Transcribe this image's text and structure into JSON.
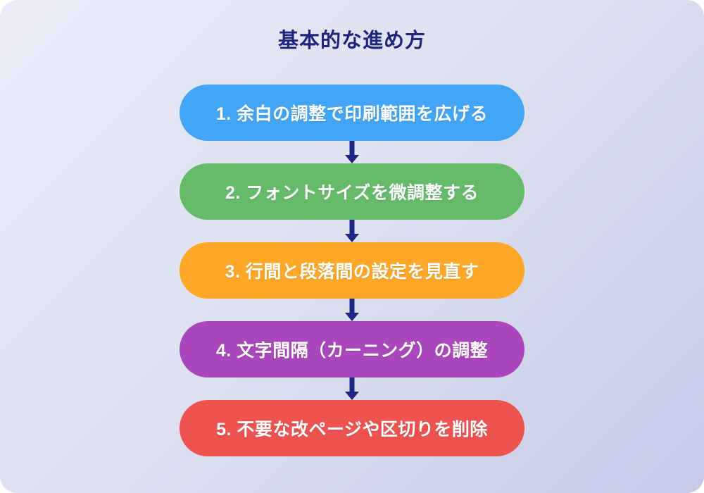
{
  "title": "基本的な進め方",
  "colors": {
    "title": "#1E257E",
    "arrow": "#1E257E",
    "background_start": "#EAEBF7",
    "background_end": "#C5CAE8"
  },
  "steps": [
    {
      "label": "1. 余白の調整で印刷範囲を広げる",
      "color": "#42A5F5"
    },
    {
      "label": "2. フォントサイズを微調整する",
      "color": "#66BB6A"
    },
    {
      "label": "3. 行間と段落間の設定を見直す",
      "color": "#FFA726"
    },
    {
      "label": "4. 文字間隔（カーニング）の調整",
      "color": "#AB47BC"
    },
    {
      "label": "5. 不要な改ページや区切りを削除",
      "color": "#EF5350"
    }
  ]
}
